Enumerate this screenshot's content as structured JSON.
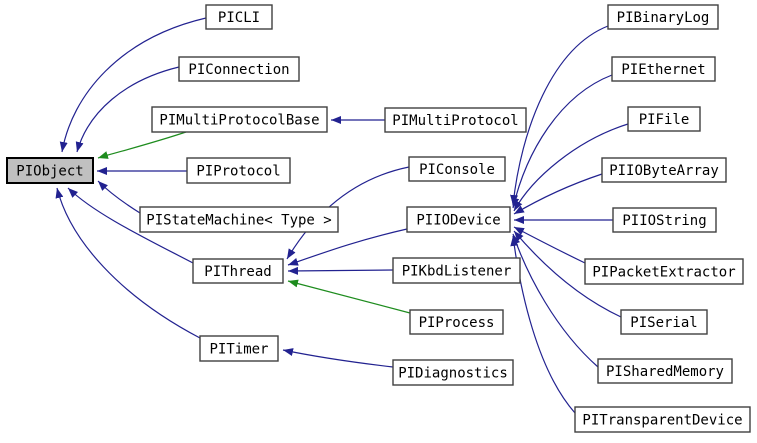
{
  "diagram": {
    "kind": "class-inheritance-graph",
    "background": "#ffffff",
    "colors": {
      "public_edge": "#222290",
      "protected_edge": "#1e8c1e",
      "node_fill": "#ffffff",
      "node_border": "#404040",
      "selected_fill": "#c0c0c0",
      "selected_border": "#000000",
      "text": "#000000"
    },
    "selected_node": "PIObject",
    "nodes": [
      {
        "id": "PIObject",
        "label": "PIObject",
        "selected": true
      },
      {
        "id": "PICLI",
        "label": "PICLI",
        "selected": false
      },
      {
        "id": "PIConnection",
        "label": "PIConnection",
        "selected": false
      },
      {
        "id": "PIMultiProtocolBase",
        "label": "PIMultiProtocolBase",
        "selected": false
      },
      {
        "id": "PIMultiProtocol",
        "label": "PIMultiProtocol",
        "selected": false
      },
      {
        "id": "PIProtocol",
        "label": "PIProtocol",
        "selected": false
      },
      {
        "id": "PIStateMachine",
        "label": "PIStateMachine< Type >",
        "selected": false
      },
      {
        "id": "PIConsole",
        "label": "PIConsole",
        "selected": false
      },
      {
        "id": "PIIODevice",
        "label": "PIIODevice",
        "selected": false
      },
      {
        "id": "PIThread",
        "label": "PIThread",
        "selected": false
      },
      {
        "id": "PIKbdListener",
        "label": "PIKbdListener",
        "selected": false
      },
      {
        "id": "PIProcess",
        "label": "PIProcess",
        "selected": false
      },
      {
        "id": "PITimer",
        "label": "PITimer",
        "selected": false
      },
      {
        "id": "PIDiagnostics",
        "label": "PIDiagnostics",
        "selected": false
      },
      {
        "id": "PIBinaryLog",
        "label": "PIBinaryLog",
        "selected": false
      },
      {
        "id": "PIEthernet",
        "label": "PIEthernet",
        "selected": false
      },
      {
        "id": "PIFile",
        "label": "PIFile",
        "selected": false
      },
      {
        "id": "PIIOByteArray",
        "label": "PIIOByteArray",
        "selected": false
      },
      {
        "id": "PIIOString",
        "label": "PIIOString",
        "selected": false
      },
      {
        "id": "PIPacketExtractor",
        "label": "PIPacketExtractor",
        "selected": false
      },
      {
        "id": "PISerial",
        "label": "PISerial",
        "selected": false
      },
      {
        "id": "PISharedMemory",
        "label": "PISharedMemory",
        "selected": false
      },
      {
        "id": "PITransparentDevice",
        "label": "PITransparentDevice",
        "selected": false
      }
    ],
    "edges": [
      {
        "from": "PICLI",
        "to": "PIObject",
        "relation": "public"
      },
      {
        "from": "PIConnection",
        "to": "PIObject",
        "relation": "public"
      },
      {
        "from": "PIMultiProtocolBase",
        "to": "PIObject",
        "relation": "protected"
      },
      {
        "from": "PIProtocol",
        "to": "PIObject",
        "relation": "public"
      },
      {
        "from": "PIStateMachine",
        "to": "PIObject",
        "relation": "public"
      },
      {
        "from": "PIThread",
        "to": "PIObject",
        "relation": "public"
      },
      {
        "from": "PITimer",
        "to": "PIObject",
        "relation": "public"
      },
      {
        "from": "PIMultiProtocol",
        "to": "PIMultiProtocolBase",
        "relation": "public"
      },
      {
        "from": "PIConsole",
        "to": "PIThread",
        "relation": "public"
      },
      {
        "from": "PIIODevice",
        "to": "PIThread",
        "relation": "public"
      },
      {
        "from": "PIKbdListener",
        "to": "PIThread",
        "relation": "public"
      },
      {
        "from": "PIProcess",
        "to": "PIThread",
        "relation": "protected"
      },
      {
        "from": "PIDiagnostics",
        "to": "PITimer",
        "relation": "public"
      },
      {
        "from": "PIBinaryLog",
        "to": "PIIODevice",
        "relation": "public"
      },
      {
        "from": "PIEthernet",
        "to": "PIIODevice",
        "relation": "public"
      },
      {
        "from": "PIFile",
        "to": "PIIODevice",
        "relation": "public"
      },
      {
        "from": "PIIOByteArray",
        "to": "PIIODevice",
        "relation": "public"
      },
      {
        "from": "PIIOString",
        "to": "PIIODevice",
        "relation": "public"
      },
      {
        "from": "PIPacketExtractor",
        "to": "PIIODevice",
        "relation": "public"
      },
      {
        "from": "PISerial",
        "to": "PIIODevice",
        "relation": "public"
      },
      {
        "from": "PISharedMemory",
        "to": "PIIODevice",
        "relation": "public"
      },
      {
        "from": "PITransparentDevice",
        "to": "PIIODevice",
        "relation": "public"
      }
    ]
  }
}
